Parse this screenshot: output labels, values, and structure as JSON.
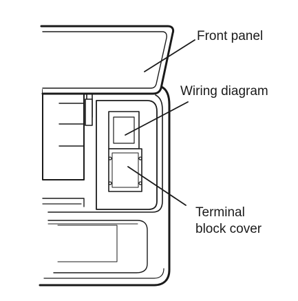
{
  "labels": {
    "front_panel": "Front panel",
    "wiring_diagram": "Wiring diagram",
    "terminal_block_cover_line1": "Terminal",
    "terminal_block_cover_line2": "block cover"
  }
}
